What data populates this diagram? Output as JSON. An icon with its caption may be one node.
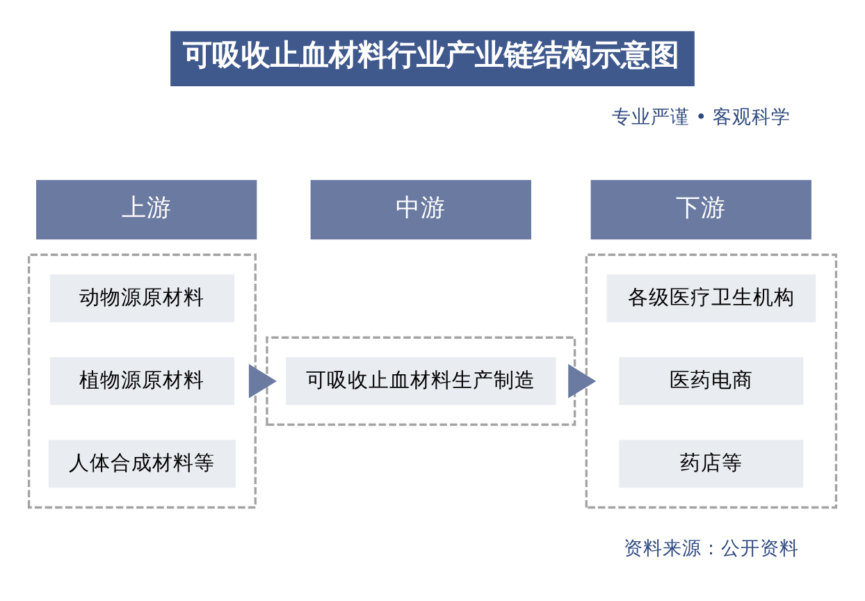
{
  "diagram": {
    "title": "可吸收止血材料行业产业链结构示意图",
    "nodes": [
      {
        "text": [
          "上游"
        ]
      },
      {
        "text": [
          "中游"
        ]
      },
      {
        "text": [
          "下游"
        ]
      },
      {
        "text": [],
        "shape": "box"
      },
      {
        "text": [
          "动物源原材料"
        ],
        "in": 3
      },
      {
        "text": [
          "植物源原材料"
        ],
        "in": 3
      },
      {
        "text": [
          "人体合成材料等"
        ],
        "in": 3
      },
      {
        "text": [],
        "shape": "box"
      },
      {
        "text": [
          "可吸收止血材料生产制造"
        ],
        "in": 7
      },
      {
        "text": [],
        "shape": "box"
      },
      {
        "text": [
          "各级医疗卫生机构"
        ],
        "in": 9
      },
      {
        "text": [
          "医药电商"
        ],
        "in": 9
      },
      {
        "text": [
          "药店等"
        ],
        "in": 9
      }
    ],
    "edges": [
      {
        "from": 3,
        "to": 7,
        "arrow": "to"
      },
      {
        "from": 7,
        "to": 9,
        "arrow": "to"
      }
    ],
    "labels": [
      "专业严谨 • 客观科学",
      "资料来源：公开资料"
    ]
  }
}
